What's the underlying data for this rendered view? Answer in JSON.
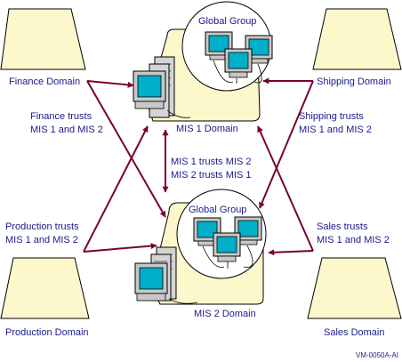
{
  "domains": {
    "finance": "Finance Domain",
    "shipping": "Shipping Domain",
    "production": "Production Domain",
    "sales": "Sales Domain",
    "mis1": "MIS 1 Domain",
    "mis2": "MIS 2 Domain"
  },
  "global_groups": {
    "top": "Global Group",
    "bottom": "Global Group"
  },
  "trusts": {
    "finance": [
      "Finance trusts",
      "MIS 1 and MIS 2"
    ],
    "shipping": [
      "Shipping trusts",
      "MIS 1 and MIS 2"
    ],
    "production": [
      "Production trusts",
      "MIS 1 and MIS 2"
    ],
    "sales": [
      "Sales trusts",
      "MIS 1 and MIS 2"
    ],
    "mis": [
      "MIS 1 trusts MIS 2",
      "MIS 2 trusts MIS 1"
    ]
  },
  "figure_id": "VM-0050A-AI",
  "colors": {
    "arrow": "#7a0030",
    "domain_fill": "#fdf8cc",
    "text": "#1a1a8c",
    "screen": "#00b0c8"
  }
}
